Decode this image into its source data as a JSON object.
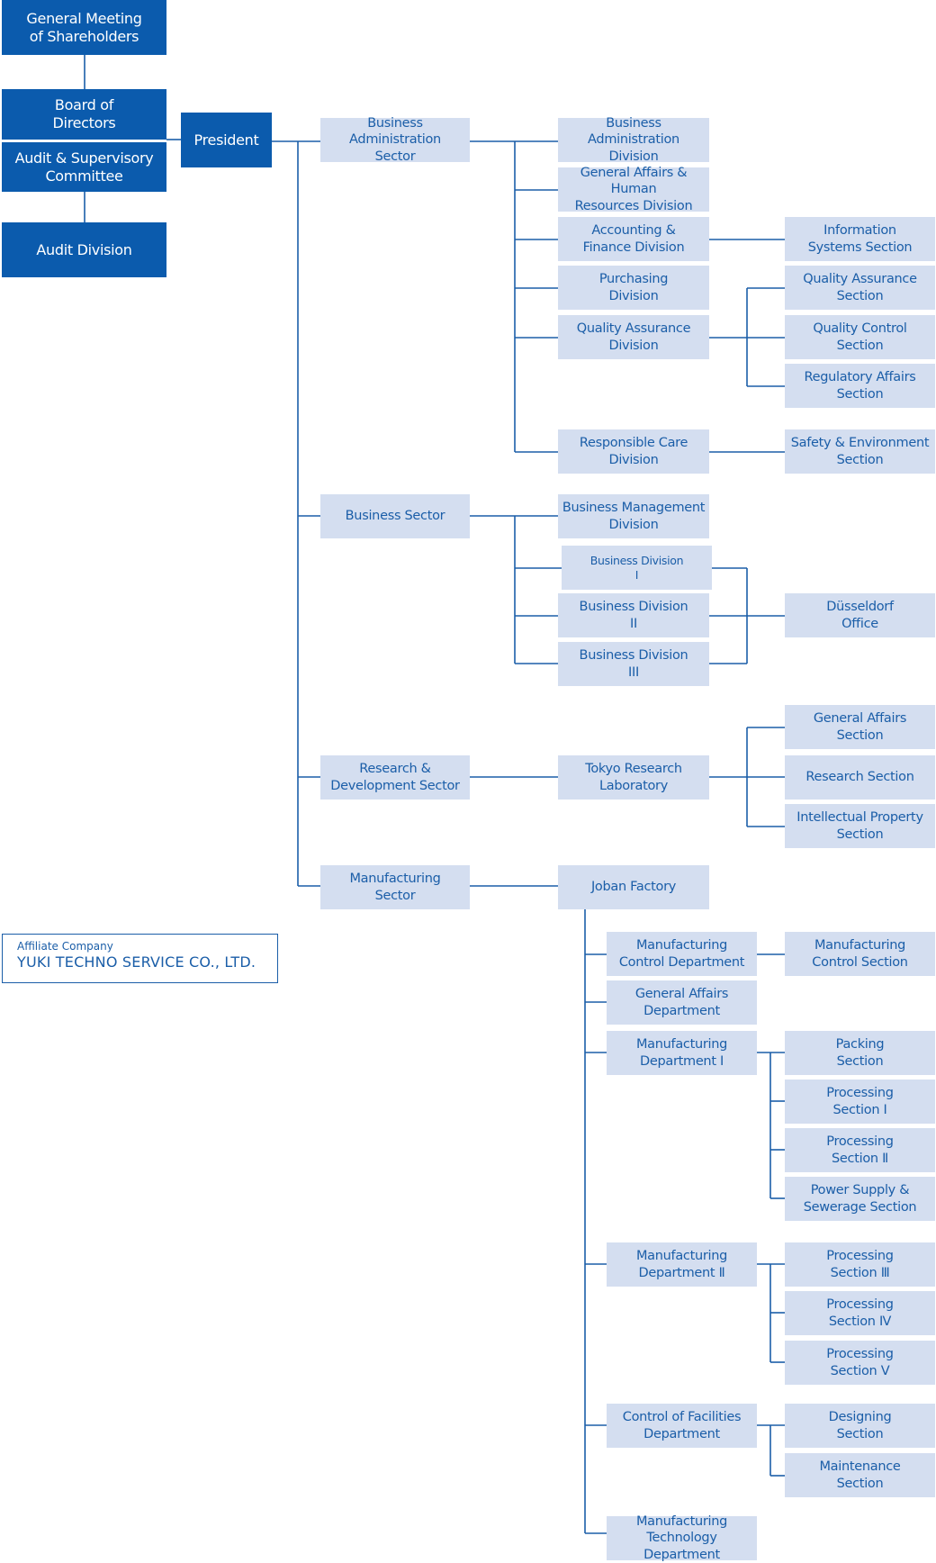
{
  "orgchart": {
    "general_meeting": "General Meeting\nof Shareholders",
    "board": "Board of\nDirectors",
    "audit_committee": "Audit & Supervisory\nCommittee",
    "audit_division": "Audit Division",
    "president": "President",
    "business_admin_sector": "Business Administration\nSector",
    "business_admin_division": "Business\nAdministration Division",
    "ga_hr_division": "General Affairs & Human\nResources Division",
    "accounting_finance_division": "Accounting &\nFinance Division",
    "info_systems_section": "Information\nSystems Section",
    "purchasing_division": "Purchasing\nDivision",
    "quality_assurance_division": "Quality Assurance\nDivision",
    "quality_assurance_section": "Quality Assurance\nSection",
    "quality_control_section": "Quality Control\nSection",
    "regulatory_affairs_section": "Regulatory Affairs\nSection",
    "responsible_care_division": "Responsible Care\nDivision",
    "safety_environment_section": "Safety & Environment\nSection",
    "business_sector": "Business Sector",
    "business_mgmt_division": "Business Management\nDivision",
    "business_division_1": "Business Division\nI",
    "business_division_2": "Business Division\nII",
    "business_division_3": "Business Division\nIII",
    "dusseldorf_office": "Düsseldorf\nOffice",
    "rd_sector": "Research &\nDevelopment Sector",
    "tokyo_research_lab": "Tokyo Research\nLaboratory",
    "rd_general_affairs_section": "General Affairs\nSection",
    "research_section": "Research Section",
    "ip_section": "Intellectual Property\nSection",
    "manufacturing_sector": "Manufacturing\nSector",
    "joban_factory": "Joban Factory",
    "mfg_control_dept": "Manufacturing\nControl Department",
    "mfg_control_section": "Manufacturing\nControl Section",
    "ga_dept": "General Affairs\nDepartment",
    "mfg_dept_1": "Manufacturing\nDepartment Ⅰ",
    "packing_section": "Packing\nSection",
    "processing_section_1": "Processing\nSection Ⅰ",
    "processing_section_2": "Processing\nSection Ⅱ",
    "power_sewerage_section": "Power Supply &\nSewerage Section",
    "mfg_dept_2": "Manufacturing\nDepartment Ⅱ",
    "processing_section_3": "Processing\nSection Ⅲ",
    "processing_section_4": "Processing\nSection Ⅳ",
    "processing_section_5": "Processing\nSection Ⅴ",
    "facilities_dept": "Control of Facilities\nDepartment",
    "designing_section": "Designing\nSection",
    "maintenance_section": "Maintenance\nSection",
    "mfg_tech_dept": "Manufacturing\nTechnology Department"
  },
  "affiliate": {
    "label": "Affiliate Company",
    "name": "YUKI TECHNO SERVICE CO., LTD."
  },
  "colors": {
    "dark_box": "#0b5bad",
    "light_box": "#d4def0",
    "line": "#1b5ea8"
  }
}
